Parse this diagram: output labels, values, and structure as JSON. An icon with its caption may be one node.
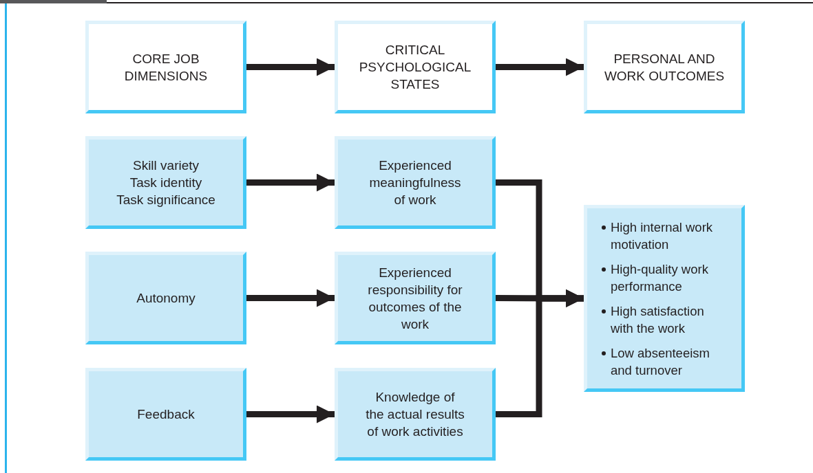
{
  "diagram": {
    "nodes": [
      {
        "text": [
          "CORE JOB DIMENSIONS"
        ]
      },
      {
        "text": [
          "CRITICAL PSYCHOLOGICAL STATES"
        ]
      },
      {
        "text": [
          "PERSONAL AND WORK OUTCOMES"
        ]
      },
      {
        "text": [
          "Skill variety",
          "Task identity",
          "Task significance"
        ]
      },
      {
        "text": [
          "Experienced meaningfulness of work"
        ]
      },
      {
        "text": [
          "Autonomy"
        ]
      },
      {
        "text": [
          "Experienced responsibility for outcomes of the work"
        ]
      },
      {
        "text": [
          "Feedback"
        ]
      },
      {
        "text": [
          "Knowledge of the actual results of work activities"
        ]
      },
      {
        "text": [
          "High internal work motivation",
          "High-quality work performance",
          "High satisfaction with the work",
          "Low absenteeism and turnover"
        ]
      }
    ],
    "edges": [
      {
        "from": 0,
        "to": 1,
        "arrow": "to"
      },
      {
        "from": 1,
        "to": 2,
        "arrow": "to"
      },
      {
        "from": 3,
        "to": 4,
        "arrow": "to"
      },
      {
        "from": 5,
        "to": 6,
        "arrow": "to"
      },
      {
        "from": 7,
        "to": 8,
        "arrow": "to"
      },
      {
        "from": 4,
        "to": 9,
        "arrow": "to"
      },
      {
        "from": 6,
        "to": 9,
        "arrow": "to"
      },
      {
        "from": 8,
        "to": 9,
        "arrow": "to"
      }
    ]
  }
}
